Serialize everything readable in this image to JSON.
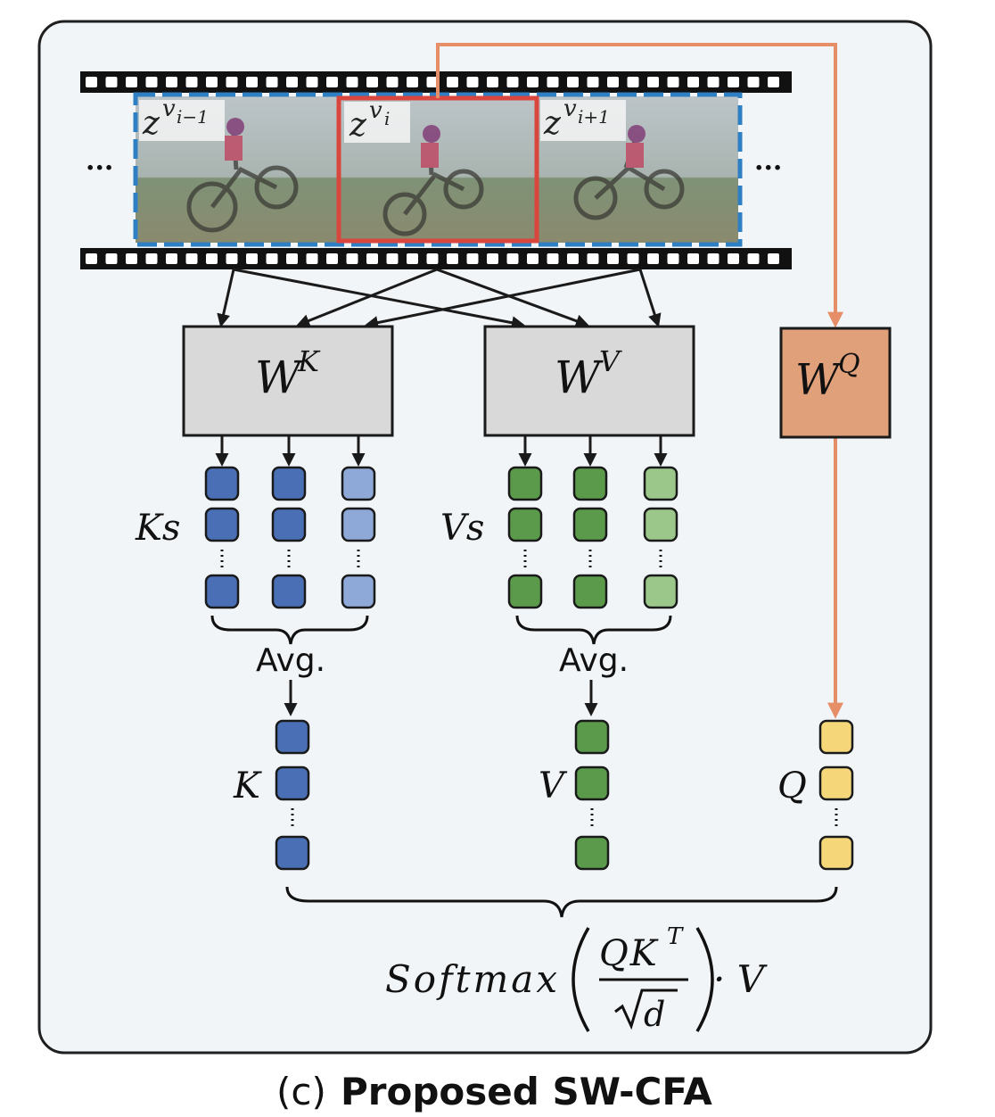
{
  "caption": {
    "prefix": "(c)",
    "title": "Proposed SW-CFA"
  },
  "frames": {
    "ellipsis": "...",
    "labels": [
      {
        "base": "z",
        "sup": "v",
        "sub": "i−1"
      },
      {
        "base": "z",
        "sup": "v",
        "sub": "i"
      },
      {
        "base": "z",
        "sup": "v",
        "sub": "i+1"
      }
    ]
  },
  "weights": {
    "key": {
      "base": "W",
      "sup": "K"
    },
    "value": {
      "base": "W",
      "sup": "V"
    },
    "query": {
      "base": "W",
      "sup": "Q"
    }
  },
  "labels": {
    "ks": "Ks",
    "vs": "Vs",
    "avg": "Avg.",
    "k": "K",
    "v": "V",
    "q": "Q"
  },
  "formula": {
    "func": "Softmax",
    "numerator": "QK",
    "numerator_sup": "T",
    "denominator": "d",
    "tail": "· V"
  },
  "colors": {
    "panel_bg": "#f1f5f8",
    "wk_box": "#d9d9d9",
    "wq_box": "#e0a07a",
    "query_arrow": "#e58e68",
    "current_frame": "#d9463d",
    "window_border": "#2f7fc4",
    "key_dark": "#4a6fb5",
    "key_light": "#8ea8d7",
    "value_dark": "#5a9a4a",
    "value_light": "#9bc78a",
    "query_token": "#f5d77a"
  }
}
